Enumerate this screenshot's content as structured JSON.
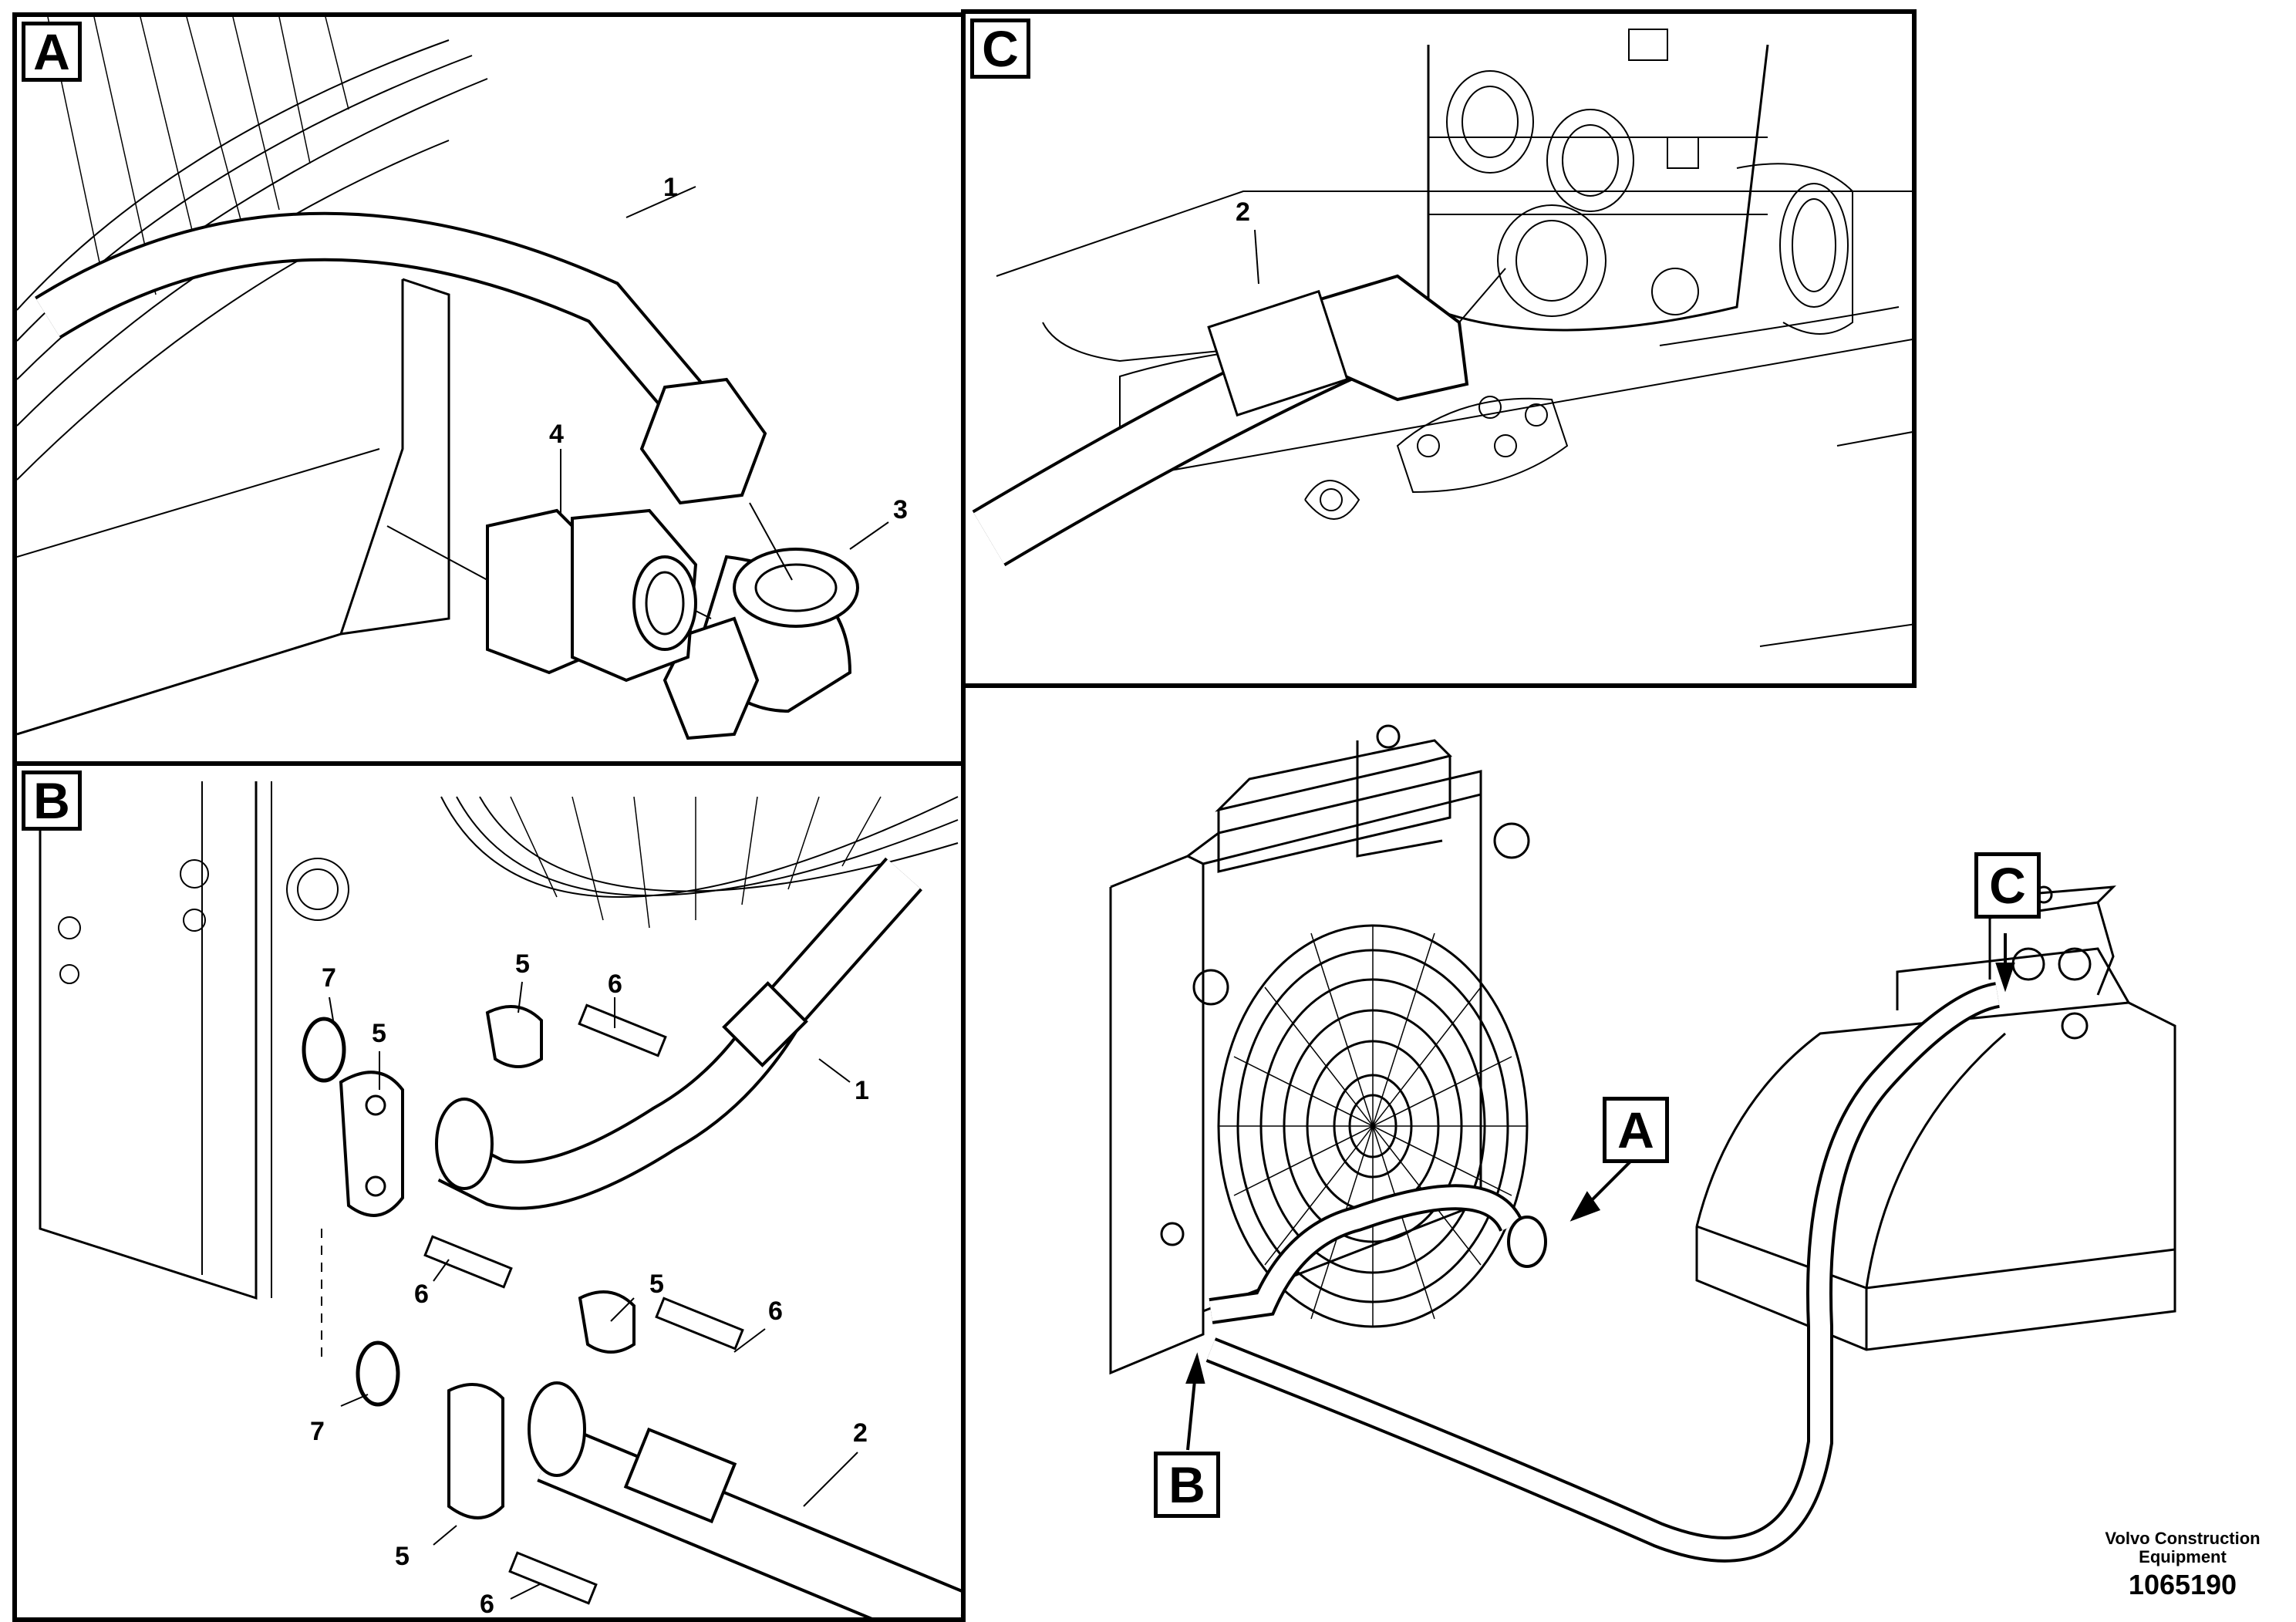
{
  "panels": {
    "a": {
      "label": "A"
    },
    "b": {
      "label": "B"
    },
    "c": {
      "label": "C"
    }
  },
  "callouts": {
    "a": {
      "n1": "1",
      "n3": "3",
      "n4": "4"
    },
    "b": {
      "n1": "1",
      "n2": "2",
      "n5a": "5",
      "n5b": "5",
      "n5c": "5",
      "n5d": "5",
      "n6a": "6",
      "n6b": "6",
      "n6c": "6",
      "n6d": "6",
      "n7a": "7",
      "n7b": "7"
    },
    "c": {
      "n2": "2"
    }
  },
  "overview": {
    "tag_a": "A",
    "tag_b": "B",
    "tag_c": "C"
  },
  "footer": {
    "company_line1": "Volvo Construction",
    "company_line2": "Equipment",
    "drawing_number": "1065190"
  }
}
